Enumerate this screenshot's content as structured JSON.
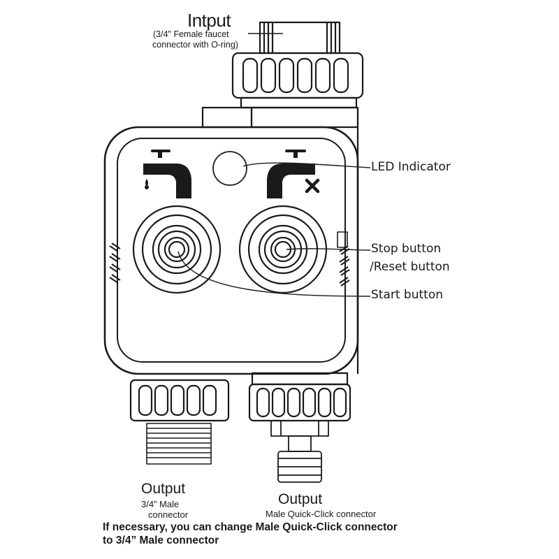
{
  "input": {
    "title": "Intput",
    "line1": "(3/4\" Female faucet",
    "line2": "connector with O-ring)"
  },
  "callouts": {
    "led": "LED Indicator",
    "stop_line1": "Stop button",
    "stop_line2": "/Reset button",
    "start": "Start button"
  },
  "output_left": {
    "title": "Output",
    "line1": "3/4” Male",
    "line2": "connector"
  },
  "output_right": {
    "title": "Output",
    "line1": "Male Quick-Click connector"
  },
  "note": {
    "line1": "If necessary, you can change Male Quick-Click connector",
    "line2": "to 3/4” Male connector"
  },
  "icons": {
    "left_tap": "tap-water-on-icon",
    "right_tap": "tap-water-off-icon"
  }
}
